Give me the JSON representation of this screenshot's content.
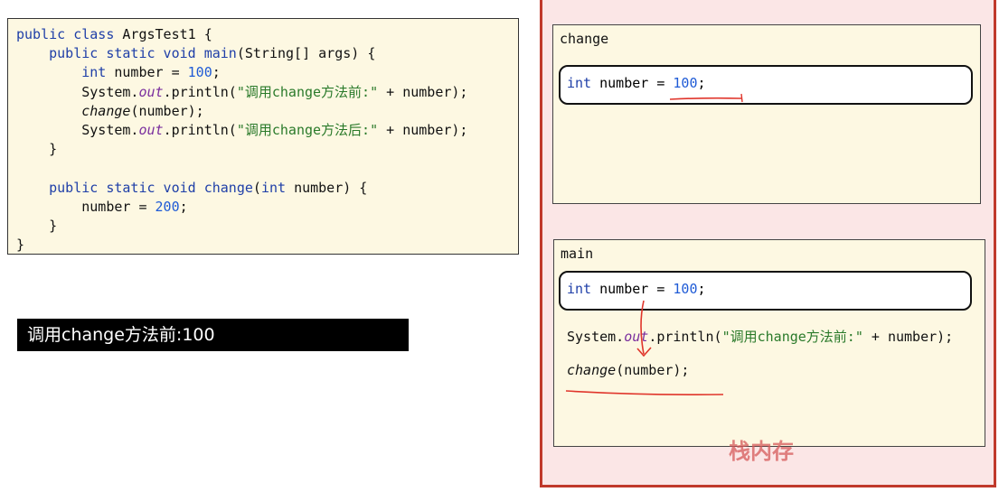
{
  "code": {
    "lines": [
      [
        {
          "t": "public class ",
          "c": "kw"
        },
        {
          "t": "ArgsTest1 {",
          "c": ""
        }
      ],
      [
        {
          "t": "    public static void ",
          "c": "kw"
        },
        {
          "t": "main",
          "c": "kw"
        },
        {
          "t": "(String[] args) {",
          "c": ""
        }
      ],
      [
        {
          "t": "        int ",
          "c": "kw"
        },
        {
          "t": "number = ",
          "c": ""
        },
        {
          "t": "100",
          "c": "num"
        },
        {
          "t": ";",
          "c": ""
        }
      ],
      [
        {
          "t": "        System.",
          "c": ""
        },
        {
          "t": "out",
          "c": "fld"
        },
        {
          "t": ".println(",
          "c": ""
        },
        {
          "t": "\"调用change方法前:\"",
          "c": "str"
        },
        {
          "t": " + number);",
          "c": ""
        }
      ],
      [
        {
          "t": "        ",
          "c": ""
        },
        {
          "t": "change",
          "c": "it"
        },
        {
          "t": "(number);",
          "c": ""
        }
      ],
      [
        {
          "t": "        System.",
          "c": ""
        },
        {
          "t": "out",
          "c": "fld"
        },
        {
          "t": ".println(",
          "c": ""
        },
        {
          "t": "\"调用change方法后:\"",
          "c": "str"
        },
        {
          "t": " + number);",
          "c": ""
        }
      ],
      [
        {
          "t": "    }",
          "c": ""
        }
      ],
      [
        {
          "t": "",
          "c": ""
        }
      ],
      [
        {
          "t": "    public static void ",
          "c": "kw"
        },
        {
          "t": "change",
          "c": "kw"
        },
        {
          "t": "(",
          "c": ""
        },
        {
          "t": "int ",
          "c": "kw"
        },
        {
          "t": "number) {",
          "c": ""
        }
      ],
      [
        {
          "t": "        number = ",
          "c": ""
        },
        {
          "t": "200",
          "c": "num"
        },
        {
          "t": ";",
          "c": ""
        }
      ],
      [
        {
          "t": "    }",
          "c": ""
        }
      ],
      [
        {
          "t": "}",
          "c": ""
        }
      ]
    ]
  },
  "console_output": "调用change方法前:100",
  "stack_memory_label": "栈内存",
  "change_frame": {
    "title": "change",
    "var": [
      {
        "t": "int ",
        "c": "kw"
      },
      {
        "t": "number = ",
        "c": ""
      },
      {
        "t": "100",
        "c": "num"
      },
      {
        "t": ";",
        "c": ""
      }
    ]
  },
  "main_frame": {
    "title": "main",
    "var": [
      {
        "t": "int ",
        "c": "kw"
      },
      {
        "t": "number = ",
        "c": ""
      },
      {
        "t": "100",
        "c": "num"
      },
      {
        "t": ";",
        "c": ""
      }
    ],
    "println": [
      {
        "t": "System.",
        "c": ""
      },
      {
        "t": "out",
        "c": "fld"
      },
      {
        "t": ".println(",
        "c": ""
      },
      {
        "t": "\"调用change方法前:\"",
        "c": "str"
      },
      {
        "t": " + number);",
        "c": ""
      }
    ],
    "call": [
      {
        "t": "change",
        "c": "it"
      },
      {
        "t": "(number);",
        "c": ""
      }
    ]
  },
  "colors": {
    "keyword": "#1f3fa8",
    "number": "#1f5bd6",
    "string": "#2a7a2a",
    "field": "#7a2e9e",
    "annotation": "#e0352b",
    "stack_border": "#c0392b"
  }
}
